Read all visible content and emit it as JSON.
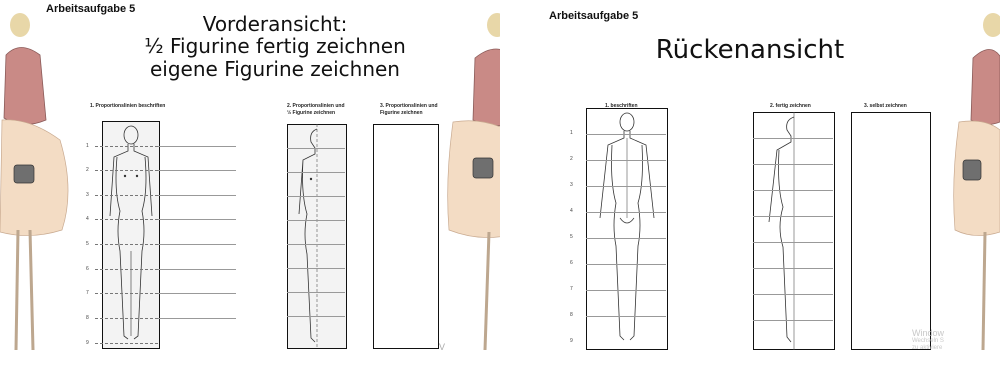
{
  "left_slide": {
    "task_label": "Arbeitsaufgabe 5",
    "title_lines": [
      "Vorderansicht:",
      "½ Figurine fertig zeichnen",
      "eigene Figurine zeichnen"
    ],
    "columns": [
      {
        "label": "1. Proportionslinien beschriften"
      },
      {
        "label": "2. Proportionslinien und ½ Figurine zeichnen"
      },
      {
        "label": "3. Proportionslinien und Figurine zeichnen"
      }
    ],
    "row_numbers": [
      "1",
      "2",
      "3",
      "4",
      "5",
      "6",
      "7",
      "8",
      "9"
    ],
    "footer_mark": "V"
  },
  "right_slide": {
    "task_label": "Arbeitsaufgabe 5",
    "title": "Rückenansicht",
    "columns": [
      {
        "label": "1. beschriften"
      },
      {
        "label": "2. fertig zeichnen"
      },
      {
        "label": "3. selbst zeichnen"
      }
    ],
    "row_numbers": [
      "1",
      "2",
      "3",
      "4",
      "5",
      "6",
      "7",
      "8",
      "9"
    ],
    "watermark": {
      "line1": "Window",
      "line2": "Wechseln S",
      "line3": "zu aktiviere"
    }
  },
  "colors": {
    "jacket": "#c98a86",
    "skirt": "#f3dcc4",
    "bag": "#6f6f6f",
    "hair": "#e8d7a8",
    "skin": "#f3e2d2"
  }
}
